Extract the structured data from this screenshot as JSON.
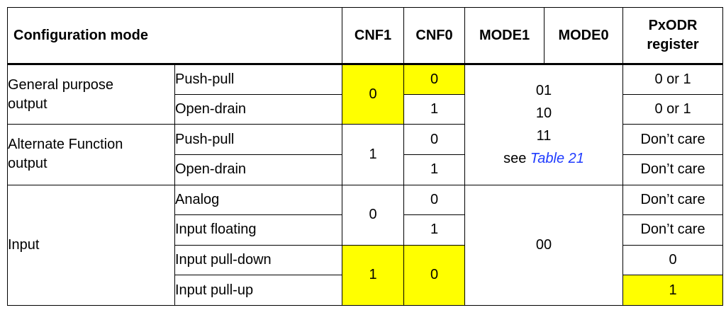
{
  "header": {
    "config_mode": "Configuration mode",
    "cnf1": "CNF1",
    "cnf0": "CNF0",
    "mode1": "MODE1",
    "mode0": "MODE0",
    "pxodr_line1": "PxODR",
    "pxodr_line2": "register"
  },
  "groups": {
    "gp_output": {
      "line1": "General purpose",
      "line2": "output"
    },
    "af_output": {
      "line1": "Alternate Function",
      "line2": "output"
    },
    "input": {
      "label": "Input"
    }
  },
  "rows": [
    {
      "mode": "Push-pull",
      "cnf0": "0",
      "pxodr": "0 or 1"
    },
    {
      "mode": "Open-drain",
      "cnf0": "1",
      "pxodr": "0 or 1"
    },
    {
      "mode": "Push-pull",
      "cnf0": "0",
      "pxodr": "Don’t care"
    },
    {
      "mode": "Open-drain",
      "cnf0": "1",
      "pxodr": "Don’t care"
    },
    {
      "mode": "Analog",
      "cnf0": "0",
      "pxodr": "Don’t care"
    },
    {
      "mode": "Input floating",
      "cnf0": "1",
      "pxodr": "Don’t care"
    },
    {
      "mode": "Input pull-down",
      "cnf0": "0",
      "pxodr": "0"
    },
    {
      "mode": "Input pull-up",
      "cnf0": "",
      "pxodr": "1"
    }
  ],
  "cnf1_groups": {
    "gp": "0",
    "af": "1",
    "input_a": "0",
    "input_b": "1"
  },
  "mode_output": {
    "line1": "01",
    "line2": "10",
    "line3": "11",
    "see_prefix": "see ",
    "see_link": "Table 21"
  },
  "mode_input": "00",
  "highlight_color": "#ffff00"
}
